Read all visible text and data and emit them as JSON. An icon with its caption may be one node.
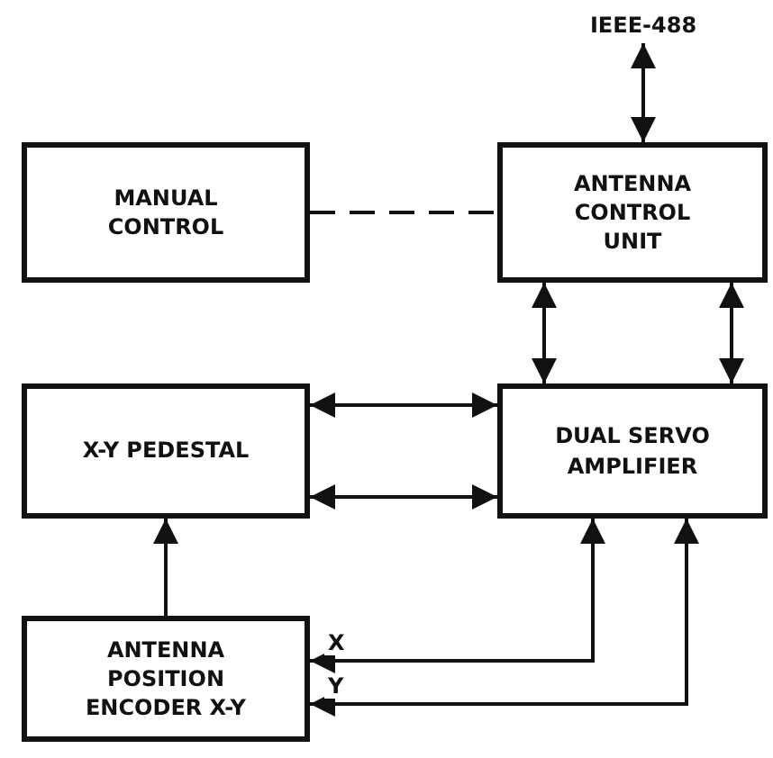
{
  "diagram": {
    "nodes": [
      {
        "text": [
          "IEEE-488"
        ]
      },
      {
        "text": [
          "MANUAL CONTROL"
        ]
      },
      {
        "text": [
          "ANTENNA CONTROL UNIT"
        ]
      },
      {
        "text": [
          "X-Y PEDESTAL"
        ]
      },
      {
        "text": [
          "DUAL SERVO AMPLIFIER"
        ]
      },
      {
        "text": [
          "ANTENNA POSITION ENCODER X-Y"
        ]
      }
    ],
    "edges": [
      {
        "from": 0,
        "to": 2,
        "arrow": "both"
      },
      {
        "from": 1,
        "to": 2,
        "arrow": "none",
        "style": "dashed"
      },
      {
        "from": 2,
        "to": 4,
        "arrow": "both"
      },
      {
        "from": 2,
        "to": 4,
        "arrow": "both"
      },
      {
        "from": 3,
        "to": 4,
        "arrow": "both"
      },
      {
        "from": 3,
        "to": 4,
        "arrow": "both"
      },
      {
        "from": 5,
        "to": 3,
        "arrow": "to"
      },
      {
        "from": 4,
        "to": 5,
        "arrow": "both",
        "label": "X"
      },
      {
        "from": 4,
        "to": 5,
        "arrow": "both",
        "label": "Y"
      }
    ]
  }
}
